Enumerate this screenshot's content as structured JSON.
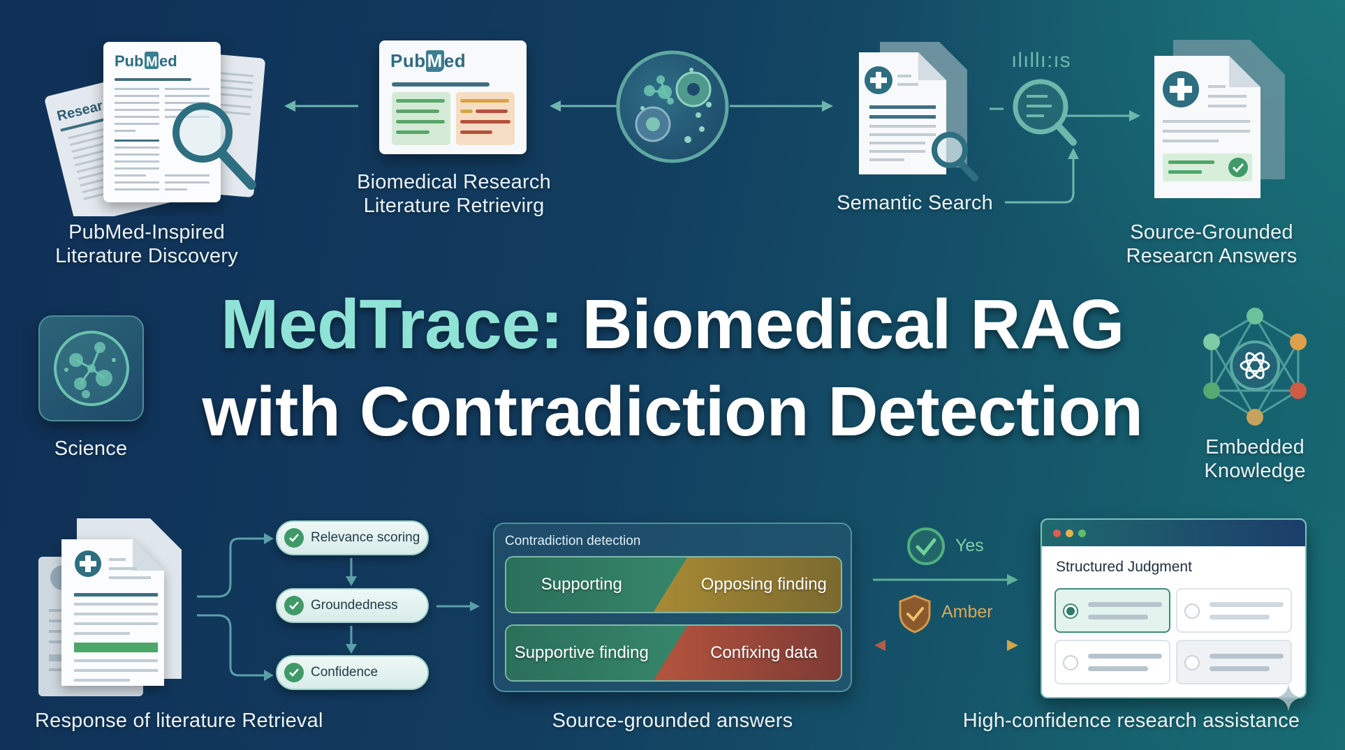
{
  "title": {
    "accent": "MedTrace:",
    "line1_rest": " Biomedical RAG",
    "line2": "with Contradiction Detection"
  },
  "top_row": [
    {
      "id": "discovery",
      "icon": "pubmed-documents-magnifier-icon",
      "doc_text_back": "Resear",
      "brand": {
        "pub": "Pub",
        "m": "M",
        "ed": "ed"
      },
      "label_lines": [
        "PubMed-Inspired",
        "Literature Discovery"
      ]
    },
    {
      "id": "retrieving",
      "icon": "pubmed-card-icon",
      "brand": {
        "pub": "Pub",
        "m": "M",
        "ed": "ed"
      },
      "label_lines": [
        "Biomedical Research",
        "Literature Retrievirg"
      ]
    },
    {
      "id": "petri",
      "icon": "petri-dish-cells-icon"
    },
    {
      "id": "semantic",
      "icon": "medical-document-search-icon",
      "label": "Semantic Search",
      "signal_text": "ılıllı:ıs"
    },
    {
      "id": "answers",
      "icon": "medical-document-check-icon",
      "label_lines": [
        "Source-Grounded",
        "Researcn Answers"
      ]
    }
  ],
  "side": {
    "left": {
      "icon": "science-molecule-icon",
      "label": "Science"
    },
    "right": {
      "icon": "embedded-knowledge-graph-icon",
      "label_lines": [
        "Embedded",
        "Knowledge"
      ]
    }
  },
  "bottom": {
    "retrieval": {
      "icon": "medical-document-stack-icon",
      "label": "Response of literature Retrieval"
    },
    "checks": [
      {
        "label": "Relevance scoring"
      },
      {
        "label": "Groundedness"
      },
      {
        "label": "Confidence"
      }
    ],
    "contradiction": {
      "title": "Contradiction detection",
      "rows": [
        {
          "left": "Supporting",
          "right": "Opposing finding",
          "right_color": "amber"
        },
        {
          "left": "Supportive finding",
          "right": "Confixing data",
          "right_color": "red"
        }
      ],
      "label": "Source-grounded answers"
    },
    "status": {
      "yes": "Yes",
      "amber": "Amber"
    },
    "judgment": {
      "title": "Structured Judgment",
      "options": [
        {
          "selected": true
        },
        {
          "selected": false
        },
        {
          "selected": false
        },
        {
          "selected": false
        }
      ],
      "label": "High-confidence research assistance"
    }
  },
  "colors": {
    "accent_teal": "#8fe3d6",
    "green": "#3f9a68",
    "amber": "#c9903a",
    "red": "#b5543e",
    "bg_left": "#0f2f56",
    "bg_right": "#176a72"
  }
}
